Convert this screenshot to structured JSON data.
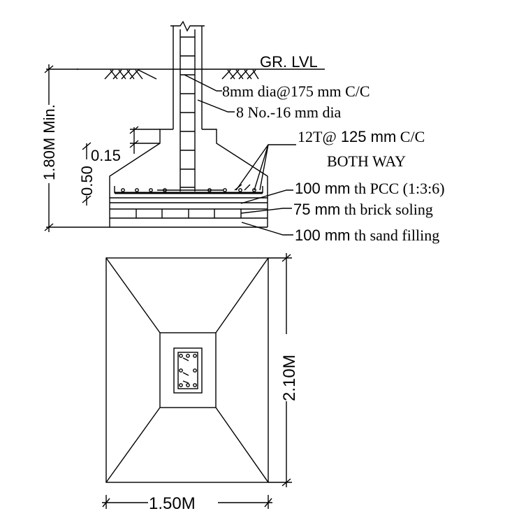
{
  "section": {
    "ground_level": "GR. LVL",
    "depth_dim": "1.80M Min.",
    "footing_dim": "0.50",
    "step_dim": "0.15",
    "labels": {
      "ties": "8mm dia@175 mm C/C",
      "main_bars": "8 No.-16 mm dia",
      "mesh_line1_a": "12T@",
      "mesh_line1_b": " 125 mm",
      "mesh_line1_c": " C/C",
      "mesh_line2": "BOTH WAY",
      "pcc_a": "100 mm",
      "pcc_b": " th PCC (1:3:6)",
      "soling_a": "75 mm",
      "soling_b": " th brick soling",
      "sand_a": "100 mm",
      "sand_b": " th sand filling"
    }
  },
  "plan": {
    "length_dim": "2.10M",
    "width_dim": "1.50M"
  }
}
